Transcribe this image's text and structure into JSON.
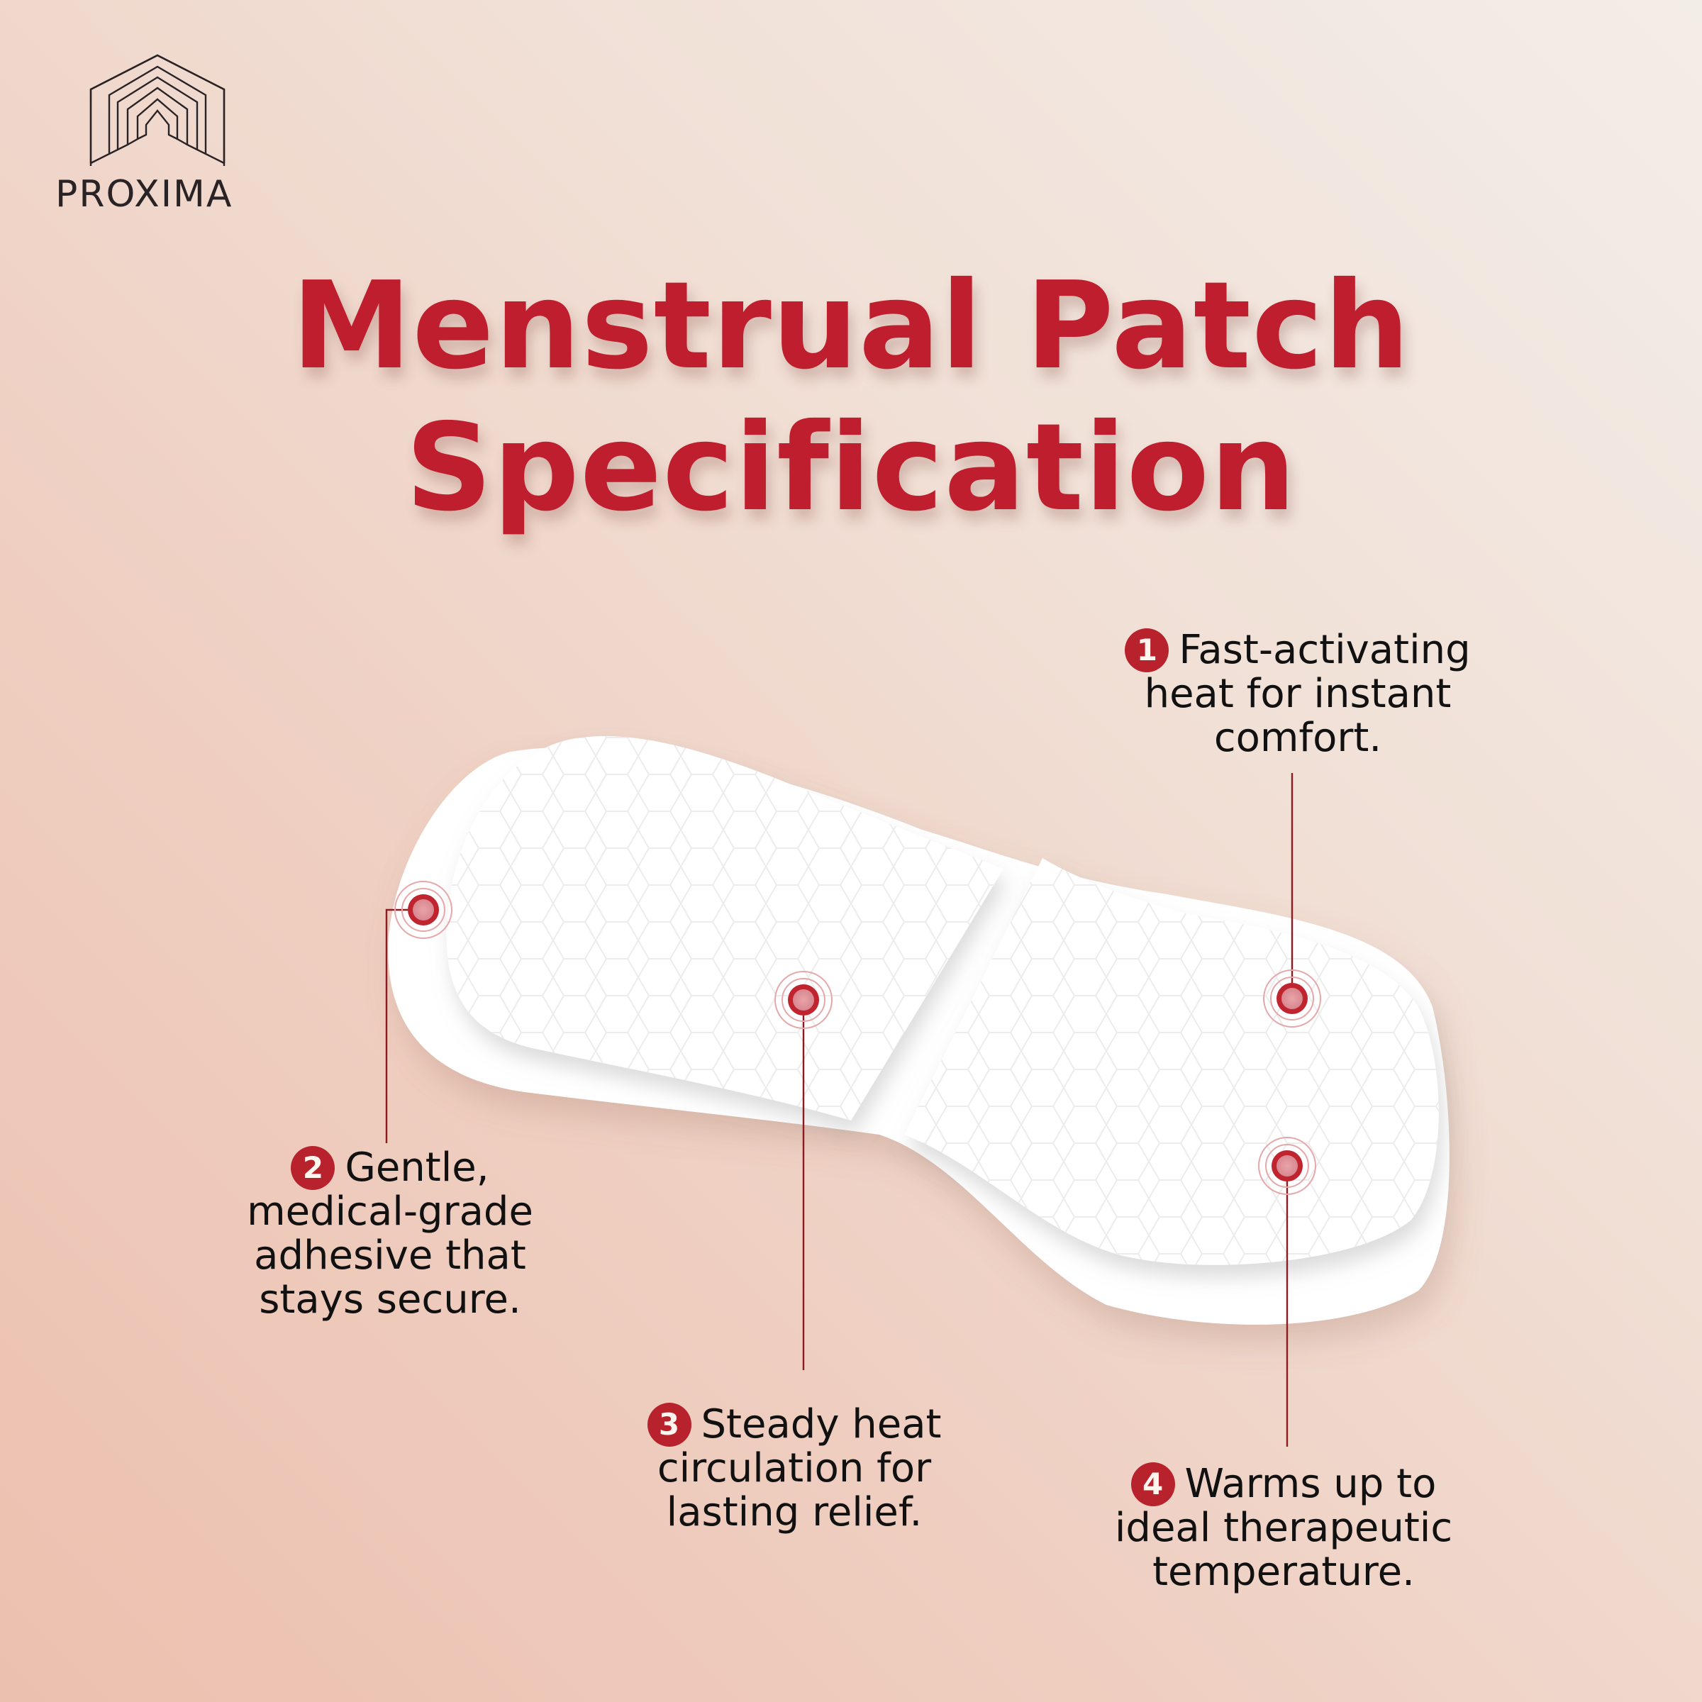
{
  "brand": {
    "name": "PROXIMA",
    "logo_icon": "nested-house-arches-icon"
  },
  "title": {
    "line1": "Menstrual Patch",
    "line2": "Specification",
    "color": "#BE1E2D"
  },
  "product": {
    "illustration": "white heat patch with hexagon texture",
    "marker_color": "#B8222D"
  },
  "callouts": [
    {
      "number": "1",
      "lines": [
        "Fast-activating",
        "heat for instant",
        "comfort."
      ]
    },
    {
      "number": "2",
      "lines": [
        "Gentle,",
        "medical-grade",
        "adhesive that",
        "stays secure."
      ]
    },
    {
      "number": "3",
      "lines": [
        "Steady heat",
        "circulation for",
        "lasting relief."
      ]
    },
    {
      "number": "4",
      "lines": [
        "Warms up to",
        "ideal therapeutic",
        "temperature."
      ]
    }
  ],
  "colors": {
    "background_start": "#ECC0AE",
    "background_end": "#F3EDE8",
    "text": "#111111",
    "leader_line": "#8E1A22"
  }
}
